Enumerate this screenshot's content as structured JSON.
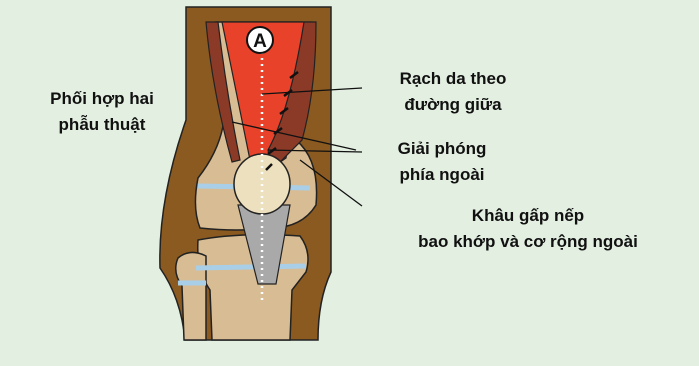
{
  "marker": "A",
  "labels": {
    "combine": [
      "Phối hợp hai",
      "phẫu thuật"
    ],
    "incision": [
      "Rạch da theo",
      "đường giữa"
    ],
    "release": [
      "Giải phóng",
      "phía ngoài"
    ],
    "plication": [
      "Khâu gấp nếp",
      "bao khớp và cơ rộng ngoài"
    ]
  },
  "colors": {
    "background": "#e3f0e1",
    "frame": "#8a5a20",
    "bone": "#d8bc93",
    "muscle": "#8b3a28",
    "tendon_red": "#e8432a",
    "patella": "#ede0be",
    "tendon_gray": "#a9a9a9",
    "cartilage": "#a9cfe8"
  }
}
